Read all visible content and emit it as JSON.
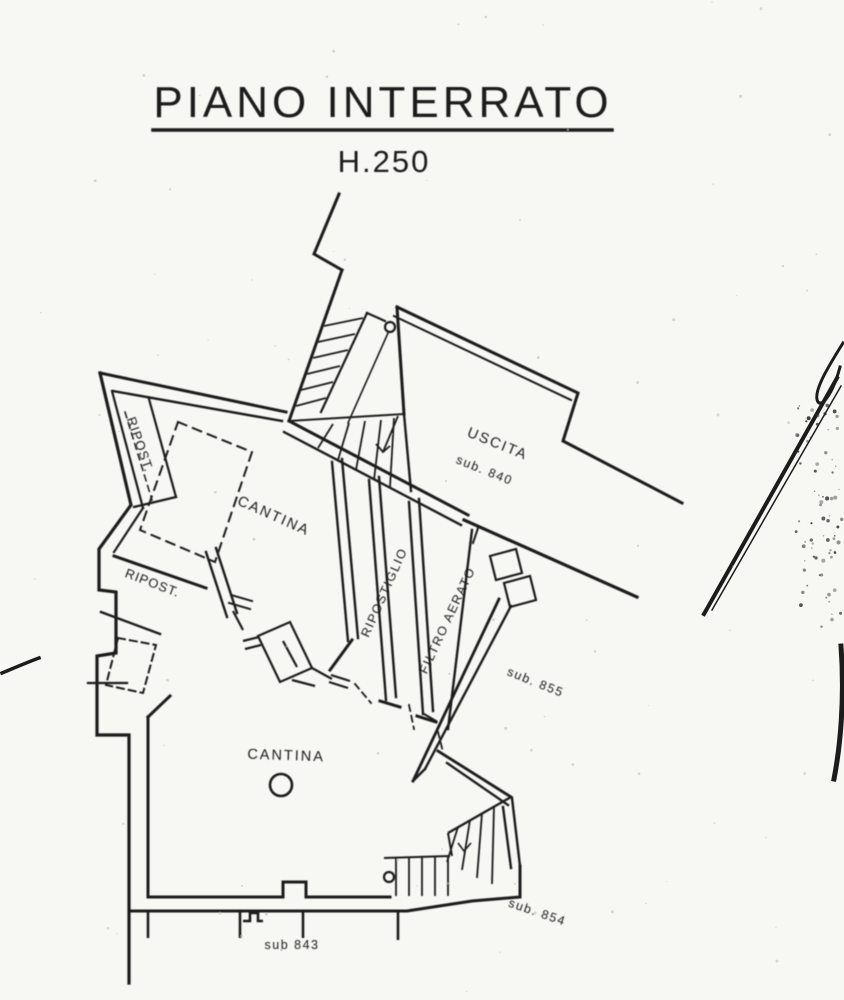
{
  "document": {
    "title": "PIANO INTERRATO",
    "subtitle": "H.250"
  },
  "plan": {
    "labels": {
      "ripost_upper": "RIPOST.",
      "cantina_upper": "CANTINA",
      "ripost_lower": "RIPOST.",
      "ripostiglio": "RIPOSTIGLIO",
      "filtro_aerato": "FILTRO AERATO",
      "uscita": "USCITA",
      "sub_840": "sub. 840",
      "sub_855": "sub. 855",
      "sub_854": "sub. 854",
      "sub_843": "sub 843",
      "cantina_lower": "CANTINA"
    },
    "ink_color": "#1c1c1c",
    "paper_color": "#f7f7f4"
  }
}
